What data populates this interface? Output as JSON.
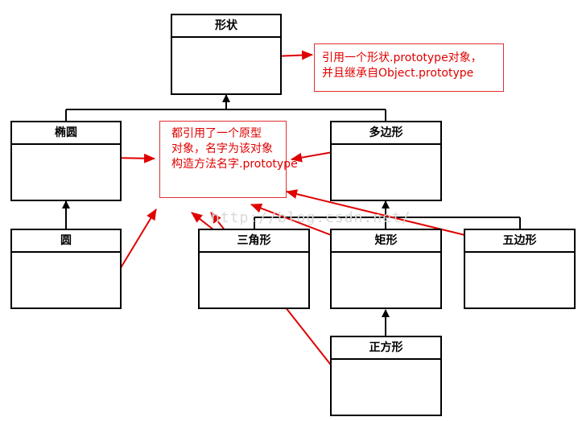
{
  "classes": {
    "shape": "形状",
    "ellipse": "椭圆",
    "polygon": "多边形",
    "circle": "圆",
    "triangle": "三角形",
    "rectangle": "矩形",
    "pentagon": "五边形",
    "square": "正方形"
  },
  "notes": {
    "shape_proto": [
      "引用一个形状.prototype对象，",
      "并且继承自Object.prototype"
    ],
    "shared_proto": [
      "都引用了一个原型",
      "对象，名字为该对象",
      "构造方法名字.prototype"
    ]
  },
  "watermark": "http://blog.csdn.net/",
  "colors": {
    "annotation": "#e00000",
    "box_line": "#000000"
  }
}
